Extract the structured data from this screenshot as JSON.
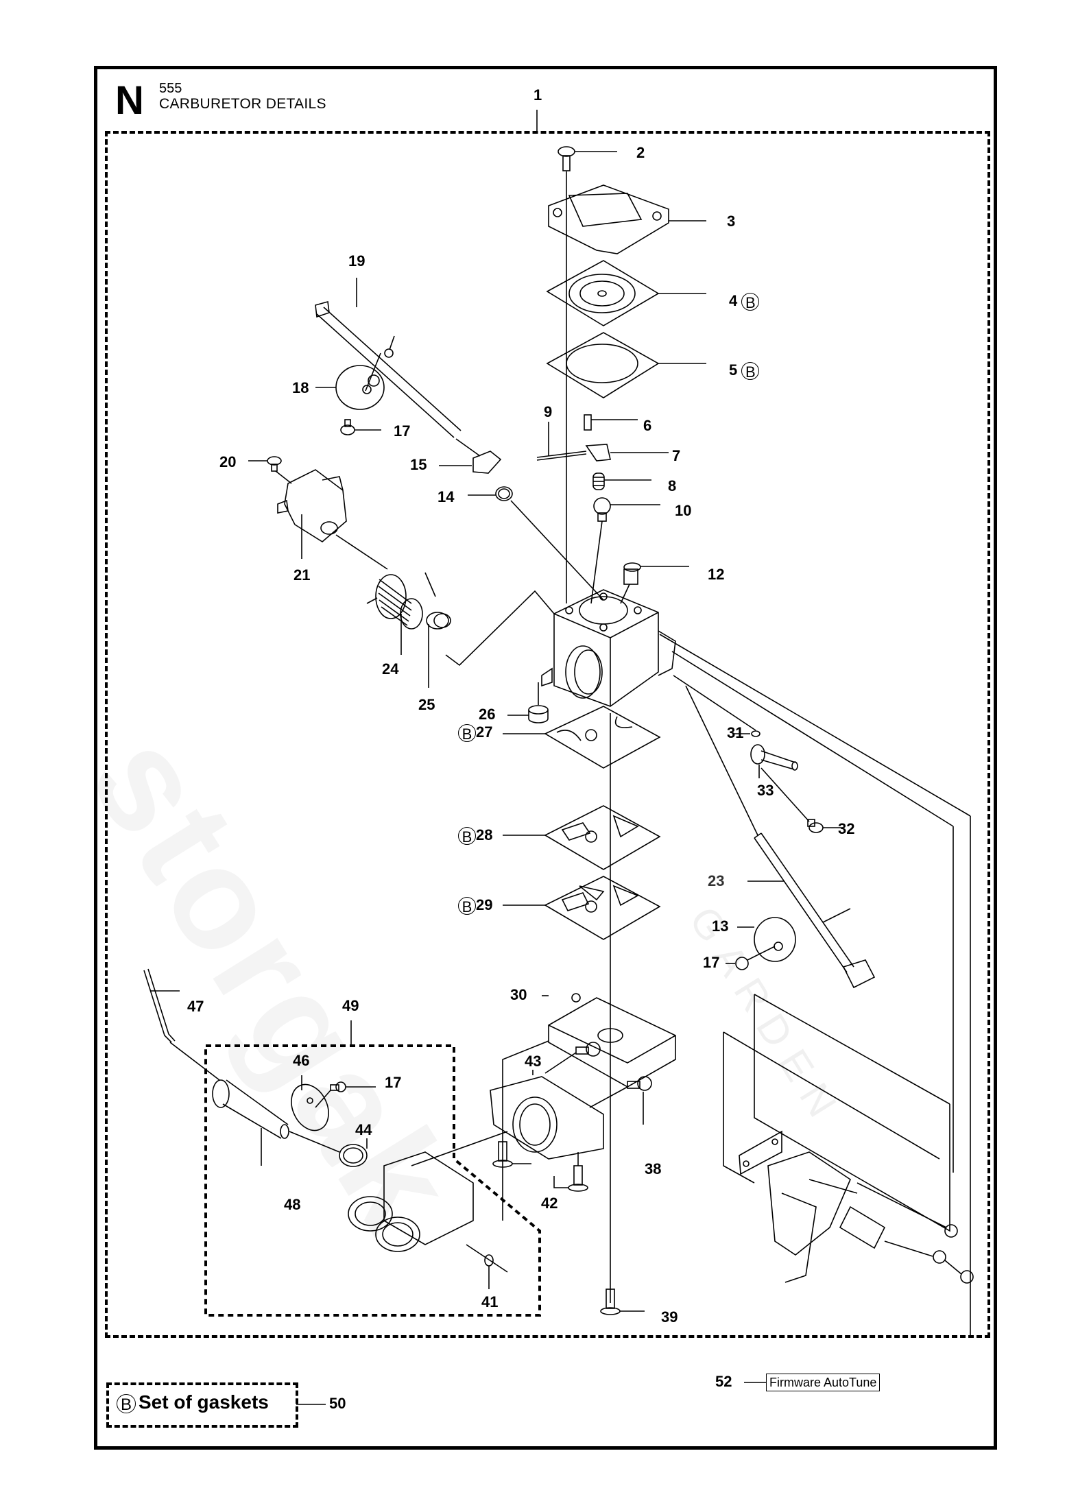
{
  "header": {
    "section_letter": "N",
    "model": "555",
    "title": "CARBURETOR DETAILS"
  },
  "watermark": {
    "brand": "storgak",
    "sub": "GARDEN"
  },
  "gasket_marker": "B",
  "callouts": [
    {
      "id": "c1",
      "num": "1"
    },
    {
      "id": "c2",
      "num": "2"
    },
    {
      "id": "c3",
      "num": "3"
    },
    {
      "id": "c4",
      "num": "4",
      "gasket": true
    },
    {
      "id": "c5",
      "num": "5",
      "gasket": true
    },
    {
      "id": "c6",
      "num": "6"
    },
    {
      "id": "c7",
      "num": "7"
    },
    {
      "id": "c8",
      "num": "8"
    },
    {
      "id": "c9",
      "num": "9"
    },
    {
      "id": "c10",
      "num": "10"
    },
    {
      "id": "c12",
      "num": "12"
    },
    {
      "id": "c13",
      "num": "13"
    },
    {
      "id": "c14",
      "num": "14"
    },
    {
      "id": "c15",
      "num": "15"
    },
    {
      "id": "c17a",
      "num": "17"
    },
    {
      "id": "c17b",
      "num": "17"
    },
    {
      "id": "c17c",
      "num": "17"
    },
    {
      "id": "c18",
      "num": "18"
    },
    {
      "id": "c19",
      "num": "19"
    },
    {
      "id": "c20",
      "num": "20"
    },
    {
      "id": "c21",
      "num": "21"
    },
    {
      "id": "c23",
      "num": "23"
    },
    {
      "id": "c24",
      "num": "24"
    },
    {
      "id": "c25",
      "num": "25"
    },
    {
      "id": "c26",
      "num": "26"
    },
    {
      "id": "c27",
      "num": "27",
      "gasket": true
    },
    {
      "id": "c28",
      "num": "28",
      "gasket": true
    },
    {
      "id": "c29",
      "num": "29",
      "gasket": true
    },
    {
      "id": "c30",
      "num": "30"
    },
    {
      "id": "c31",
      "num": "31"
    },
    {
      "id": "c32",
      "num": "32"
    },
    {
      "id": "c33",
      "num": "33"
    },
    {
      "id": "c38",
      "num": "38"
    },
    {
      "id": "c39",
      "num": "39"
    },
    {
      "id": "c41",
      "num": "41"
    },
    {
      "id": "c42",
      "num": "42"
    },
    {
      "id": "c43",
      "num": "43"
    },
    {
      "id": "c44",
      "num": "44"
    },
    {
      "id": "c46",
      "num": "46"
    },
    {
      "id": "c47",
      "num": "47"
    },
    {
      "id": "c48",
      "num": "48"
    },
    {
      "id": "c49",
      "num": "49"
    },
    {
      "id": "c50",
      "num": "50"
    },
    {
      "id": "c52",
      "num": "52"
    }
  ],
  "legend": {
    "gasket_set_label": "Set of gaskets",
    "gasket_set_part": "50",
    "firmware_label": "Firmware AutoTune",
    "firmware_part": "52"
  }
}
